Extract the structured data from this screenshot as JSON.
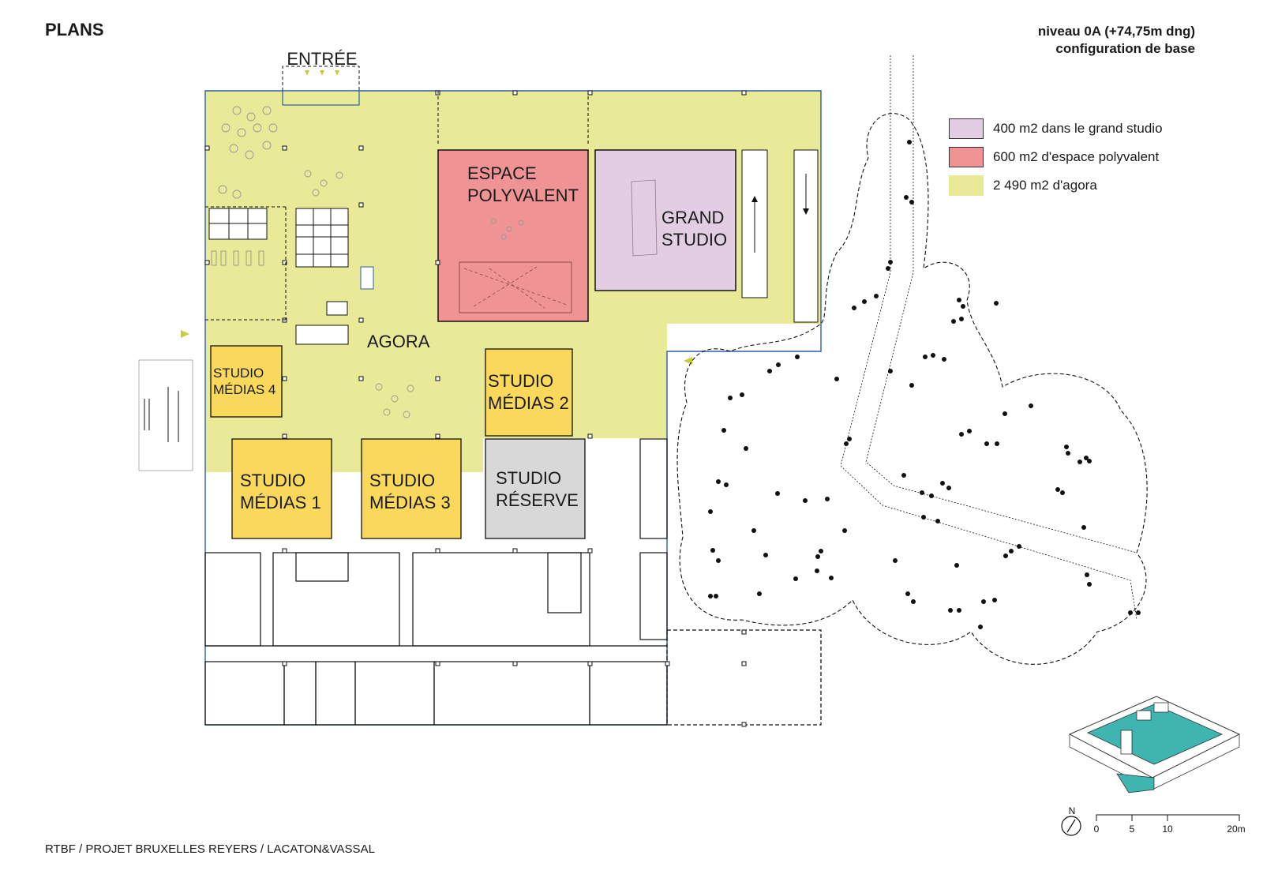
{
  "header": {
    "title": "PLANS",
    "level": "niveau 0A (+74,75m dng)",
    "configuration": "configuration  de base"
  },
  "legend": {
    "items": [
      {
        "label": "400 m2 dans le grand studio",
        "color": "#e2cde2"
      },
      {
        "label": "600 m2 d'espace polyvalent",
        "color": "#ef9394"
      },
      {
        "label": "2 490 m2 d'agora",
        "color": "#e8ea98"
      }
    ]
  },
  "plan": {
    "entrance": "ENTRÉE",
    "agora": "AGORA",
    "espace_line1": "ESPACE",
    "espace_line2": "POLYVALENT",
    "grand_line1": "GRAND",
    "grand_line2": "STUDIO",
    "sm4_line1": "STUDIO",
    "sm4_line2": "MÉDIAS 4",
    "sm2_line1": "STUDIO",
    "sm2_line2": "MÉDIAS 2",
    "sm1_line1": "STUDIO",
    "sm1_line2": "MÉDIAS 1",
    "sm3_line1": "STUDIO",
    "sm3_line2": "MÉDIAS 3",
    "sr_line1": "STUDIO",
    "sr_line2": "RÉSERVE"
  },
  "scale": {
    "north": "N",
    "ticks": [
      "0",
      "5",
      "10",
      "20m"
    ]
  },
  "colors": {
    "agora": "#e8ea98",
    "studio_medias": "#fad85c",
    "studio_reserve": "#d8d8d8",
    "axonometric_accent": "#3fb5b0"
  },
  "footer": "RTBF / PROJET BRUXELLES REYERS / LACATON&VASSAL"
}
